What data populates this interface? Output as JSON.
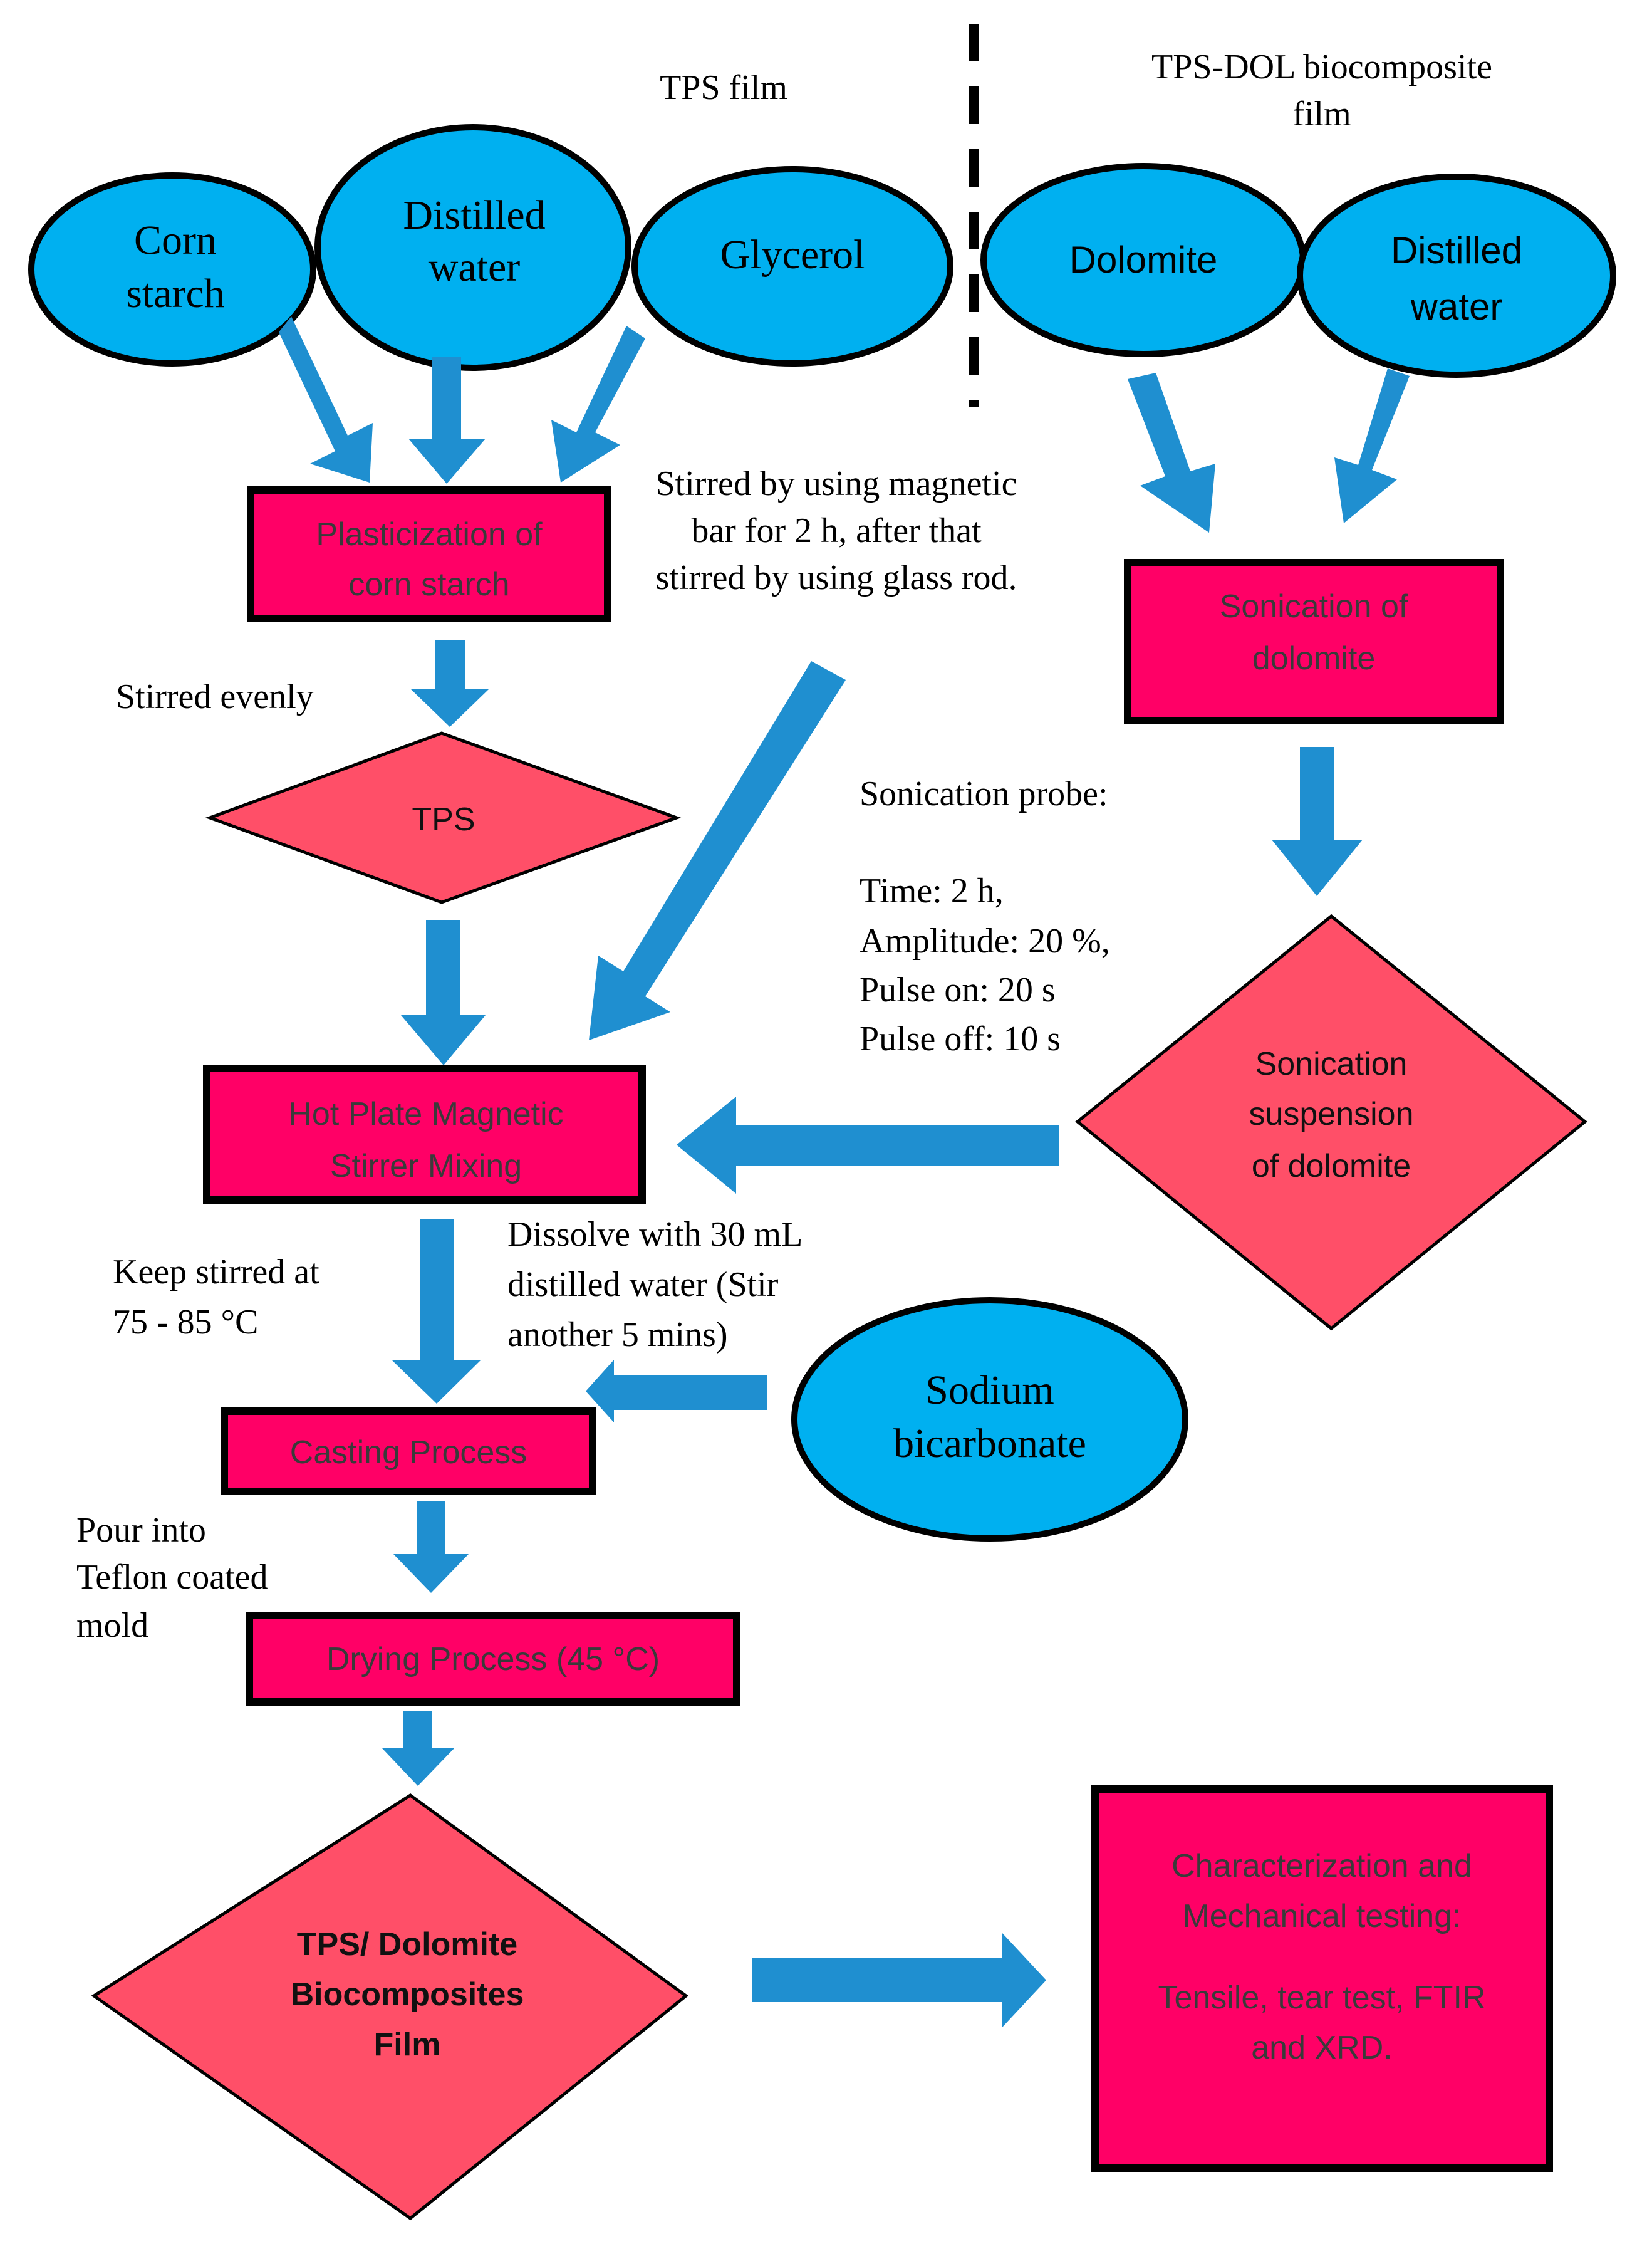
{
  "headers": {
    "tps_film": "TPS film",
    "tps_dol_line1": "TPS-DOL biocomposite",
    "tps_dol_line2": "film"
  },
  "ingredients": {
    "corn_starch": [
      "Corn",
      "starch"
    ],
    "distilled_water_left": [
      "Distilled",
      "water"
    ],
    "glycerol": "Glycerol",
    "dolomite": "Dolomite",
    "distilled_water_right": [
      "Distilled",
      "water"
    ],
    "sodium_bicarbonate": [
      "Sodium",
      "bicarbonate"
    ]
  },
  "process_boxes": {
    "plasticization": [
      "Plasticization of",
      "corn starch"
    ],
    "sonication": [
      "Sonication of",
      "dolomite"
    ],
    "hot_plate": [
      "Hot Plate Magnetic",
      "Stirrer Mixing"
    ],
    "casting": "Casting Process",
    "drying": "Drying Process (45 °C)",
    "characterization": [
      "Characterization and",
      "Mechanical testing:",
      "",
      "Tensile, tear test, FTIR",
      "and XRD."
    ]
  },
  "diamonds": {
    "tps": "TPS",
    "sonication_suspension": [
      "Sonication",
      "suspension",
      "of dolomite"
    ],
    "final_film": [
      "TPS/ Dolomite",
      "Biocomposites",
      "Film"
    ]
  },
  "notes": {
    "stirred_magnetic": [
      "Stirred by using magnetic",
      "bar for 2 h, after that",
      "stirred by using glass rod."
    ],
    "stirred_evenly": "Stirred evenly",
    "sonication_probe": [
      "Sonication probe:",
      "",
      "Time: 2 h,",
      "Amplitude: 20 %,",
      "Pulse on: 20 s",
      "Pulse off: 10 s"
    ],
    "dissolve": [
      "Dissolve with 30 mL",
      "distilled water (Stir",
      "another 5 mins)"
    ],
    "keep_stirred": [
      "Keep stirred at",
      "75 - 85 °C"
    ],
    "pour_into": [
      "Pour into",
      "Teflon coated",
      "mold"
    ]
  },
  "colors": {
    "oval_fill": "#00b0f0",
    "box_fill": "#ff0066",
    "diamond_fill": "#ff4f68",
    "arrow_fill": "#1f8fd0"
  }
}
